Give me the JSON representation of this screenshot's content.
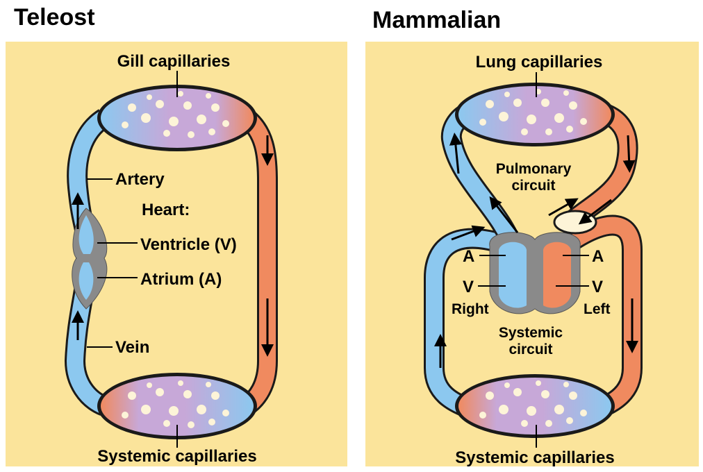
{
  "panels": {
    "teleost": {
      "title": "Teleost",
      "labels": {
        "gill_capillaries": "Gill capillaries",
        "artery": "Artery",
        "heart": "Heart:",
        "ventricle": "Ventricle (V)",
        "atrium": "Atrium (A)",
        "vein": "Vein",
        "systemic_capillaries": "Systemic capillaries"
      }
    },
    "mammalian": {
      "title": "Mammalian",
      "labels": {
        "lung_capillaries": "Lung capillaries",
        "pulmonary_line1": "Pulmonary",
        "pulmonary_line2": "circuit",
        "a_right": "A",
        "v_right": "V",
        "right": "Right",
        "a_left": "A",
        "v_left": "V",
        "left": "Left",
        "systemic_line1": "Systemic",
        "systemic_line2": "circuit",
        "systemic_capillaries": "Systemic capillaries"
      }
    }
  },
  "colors": {
    "background_panel": "#fbe49b",
    "deoxygenated": "#8cc8ef",
    "oxygenated": "#f08a5f",
    "capillary_mix": "#c7a8d8",
    "heart_tissue": "#8a8a8a",
    "outline": "#1a1a1a"
  }
}
